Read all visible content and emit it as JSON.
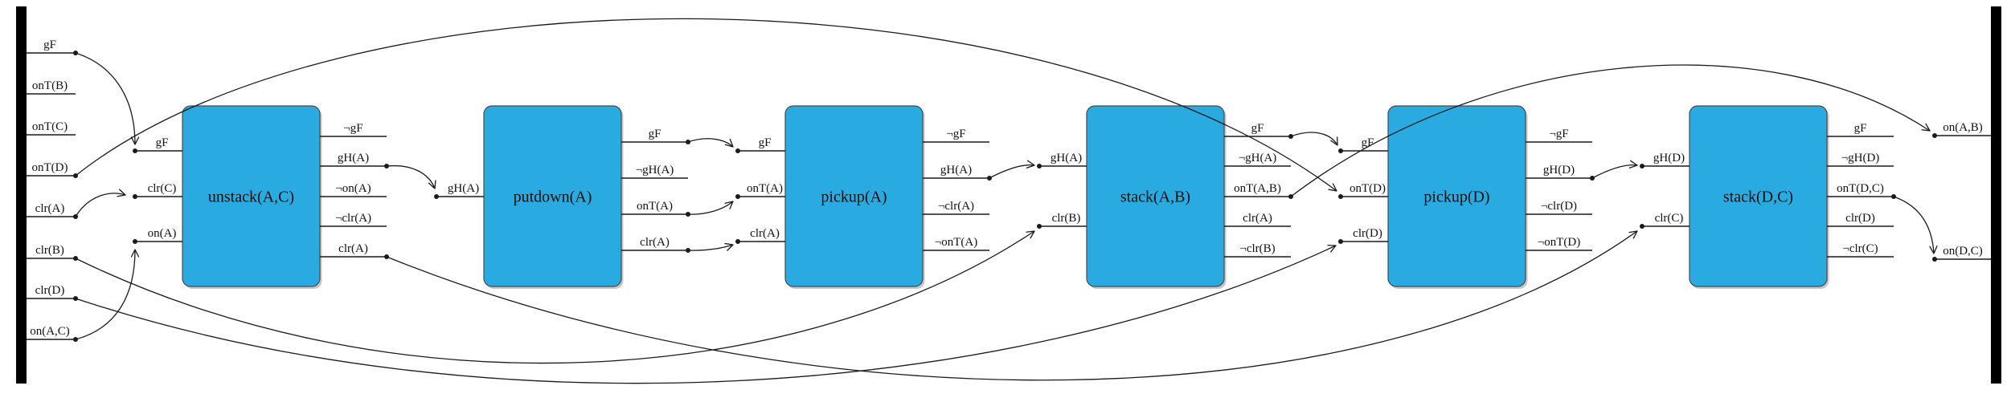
{
  "diagram": {
    "colors": {
      "box_fill": "#29abe2",
      "box_stroke": "#4a4a4a",
      "bar_fill": "#000000",
      "line": "#1a1a1a",
      "shadow": "#9a9a9a",
      "background": "#ffffff"
    },
    "initial_state": {
      "facts": [
        {
          "label": "gF",
          "connected": true
        },
        {
          "label": "onT(B)",
          "connected": false
        },
        {
          "label": "onT(C)",
          "connected": false
        },
        {
          "label": "onT(D)",
          "connected": true
        },
        {
          "label": "clr(A)",
          "connected": true
        },
        {
          "label": "clr(B)",
          "connected": true
        },
        {
          "label": "clr(D)",
          "connected": true
        },
        {
          "label": "on(A,C)",
          "connected": true
        }
      ]
    },
    "goal_state": {
      "facts": [
        {
          "label": "on(A,B)"
        },
        {
          "label": "on(D,C)"
        }
      ]
    },
    "actions": [
      {
        "name": "unstack(A,C)",
        "inputs": [
          "gF",
          "clr(C)",
          "on(A)"
        ],
        "outputs": [
          {
            "label": "¬gF",
            "connected": false
          },
          {
            "label": "gH(A)",
            "connected": true
          },
          {
            "label": "¬on(A)",
            "connected": false
          },
          {
            "label": "¬clr(A)",
            "connected": false
          },
          {
            "label": "clr(A)",
            "connected": true
          }
        ]
      },
      {
        "name": "putdown(A)",
        "inputs": [
          "gH(A)"
        ],
        "outputs": [
          {
            "label": "gF",
            "connected": true
          },
          {
            "label": "¬gH(A)",
            "connected": false
          },
          {
            "label": "onT(A)",
            "connected": true
          },
          {
            "label": "clr(A)",
            "connected": true
          }
        ]
      },
      {
        "name": "pickup(A)",
        "inputs": [
          "gF",
          "onT(A)",
          "clr(A)"
        ],
        "outputs": [
          {
            "label": "¬gF",
            "connected": false
          },
          {
            "label": "gH(A)",
            "connected": true
          },
          {
            "label": "¬clr(A)",
            "connected": false
          },
          {
            "label": "¬onT(A)",
            "connected": false
          }
        ]
      },
      {
        "name": "stack(A,B)",
        "inputs": [
          "gH(A)",
          "clr(B)"
        ],
        "outputs": [
          {
            "label": "gF",
            "connected": true
          },
          {
            "label": "¬gH(A)",
            "connected": false
          },
          {
            "label": "onT(A,B)",
            "connected": true
          },
          {
            "label": "clr(A)",
            "connected": false
          },
          {
            "label": "¬clr(B)",
            "connected": false
          }
        ]
      },
      {
        "name": "pickup(D)",
        "inputs": [
          "gF",
          "onT(D)",
          "clr(D)"
        ],
        "outputs": [
          {
            "label": "¬gF",
            "connected": false
          },
          {
            "label": "gH(D)",
            "connected": true
          },
          {
            "label": "¬clr(D)",
            "connected": false
          },
          {
            "label": "¬onT(D)",
            "connected": false
          }
        ]
      },
      {
        "name": "stack(D,C)",
        "inputs": [
          "gH(D)",
          "clr(C)"
        ],
        "outputs": [
          {
            "label": "gF",
            "connected": false
          },
          {
            "label": "¬gH(D)",
            "connected": false
          },
          {
            "label": "onT(D,C)",
            "connected": true
          },
          {
            "label": "clr(D)",
            "connected": false
          },
          {
            "label": "¬clr(C)",
            "connected": false
          }
        ]
      }
    ],
    "links": [
      {
        "from": "initial.gF",
        "to": "unstack(A,C).in.gF"
      },
      {
        "from": "initial.clr(A)",
        "to": "unstack(A,C).in.clr(C)"
      },
      {
        "from": "initial.on(A,C)",
        "to": "unstack(A,C).in.on(A)"
      },
      {
        "from": "initial.onT(D)",
        "to": "pickup(D).in.onT(D)"
      },
      {
        "from": "initial.clr(B)",
        "to": "stack(A,B).in.clr(B)"
      },
      {
        "from": "initial.clr(D)",
        "to": "pickup(D).in.clr(D)"
      },
      {
        "from": "unstack(A,C).out.gH(A)",
        "to": "putdown(A).in.gH(A)"
      },
      {
        "from": "unstack(A,C).out.clr(A)",
        "to": "stack(D,C).in.clr(C)"
      },
      {
        "from": "putdown(A).out.gF",
        "to": "pickup(A).in.gF"
      },
      {
        "from": "putdown(A).out.onT(A)",
        "to": "pickup(A).in.onT(A)"
      },
      {
        "from": "putdown(A).out.clr(A)",
        "to": "pickup(A).in.clr(A)"
      },
      {
        "from": "pickup(A).out.gH(A)",
        "to": "stack(A,B).in.gH(A)"
      },
      {
        "from": "stack(A,B).out.gF",
        "to": "pickup(D).in.gF"
      },
      {
        "from": "stack(A,B).out.onT(A,B)",
        "to": "goal.on(A,B)"
      },
      {
        "from": "pickup(D).out.gH(D)",
        "to": "stack(D,C).in.gH(D)"
      },
      {
        "from": "stack(D,C).out.onT(D,C)",
        "to": "goal.on(D,C)"
      }
    ]
  }
}
